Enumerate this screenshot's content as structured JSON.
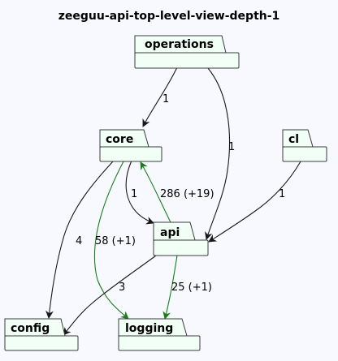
{
  "title": "zeeguu-api-top-level-view-depth-1",
  "colors": {
    "background": "#f7f9ff",
    "package_fill": "#f1fff6",
    "package_border": "#3c3c3c",
    "edge_default": "#181818",
    "edge_highlight": "#1a7f1a"
  },
  "packages": {
    "operations": "operations",
    "core": "core",
    "cl": "cl",
    "api": "api",
    "config": "config",
    "logging": "logging"
  },
  "edges": {
    "operations_core": "1",
    "operations_api": "1",
    "core_api": "1",
    "api_core": "286 (+19)",
    "cl_api": "1",
    "core_config": "4",
    "core_logging": "58 (+1)",
    "api_config": "3",
    "api_logging": "25 (+1)"
  }
}
